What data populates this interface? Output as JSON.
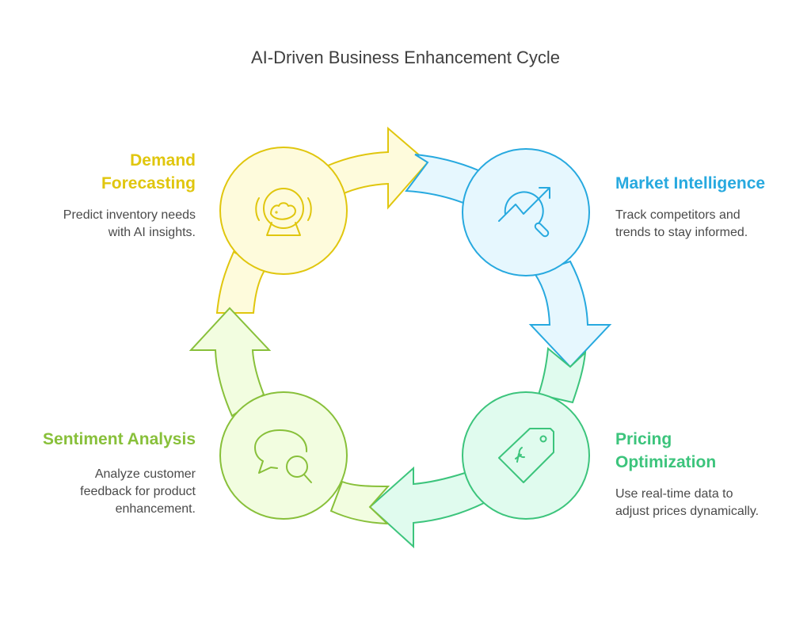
{
  "title": "AI-Driven Business Enhancement Cycle",
  "colors": {
    "demand": {
      "stroke": "#e0c60e",
      "fill": "#fefbdc",
      "text": "#e0c60e"
    },
    "market": {
      "stroke": "#27a9df",
      "fill": "#e6f7fe",
      "text": "#27a9df"
    },
    "pricing": {
      "stroke": "#3cc47c",
      "fill": "#e0fbee",
      "text": "#3cc47c"
    },
    "sentiment": {
      "stroke": "#88c03a",
      "fill": "#f2fde0",
      "text": "#88c03a"
    }
  },
  "stages": [
    {
      "key": "demand",
      "label_line1": "Demand",
      "label_line2": "Forecasting",
      "desc_line1": "Predict inventory needs",
      "desc_line2": "with AI insights.",
      "icon": "crystal-ball-icon"
    },
    {
      "key": "market",
      "label_line1": "Market Intelligence",
      "desc_line1": "Track competitors and",
      "desc_line2": "trends to stay informed.",
      "icon": "trend-search-icon"
    },
    {
      "key": "pricing",
      "label_line1": "Pricing",
      "label_line2": "Optimization",
      "desc_line1": "Use real-time data to",
      "desc_line2": "adjust prices dynamically.",
      "icon": "price-tag-icon"
    },
    {
      "key": "sentiment",
      "label_line1": "Sentiment Analysis",
      "desc_line1": "Analyze customer",
      "desc_line2": "feedback for product",
      "desc_line3": "enhancement.",
      "icon": "chat-search-icon"
    }
  ],
  "flow": [
    "Demand Forecasting",
    "Market Intelligence",
    "Pricing Optimization",
    "Sentiment Analysis",
    "Demand Forecasting"
  ]
}
